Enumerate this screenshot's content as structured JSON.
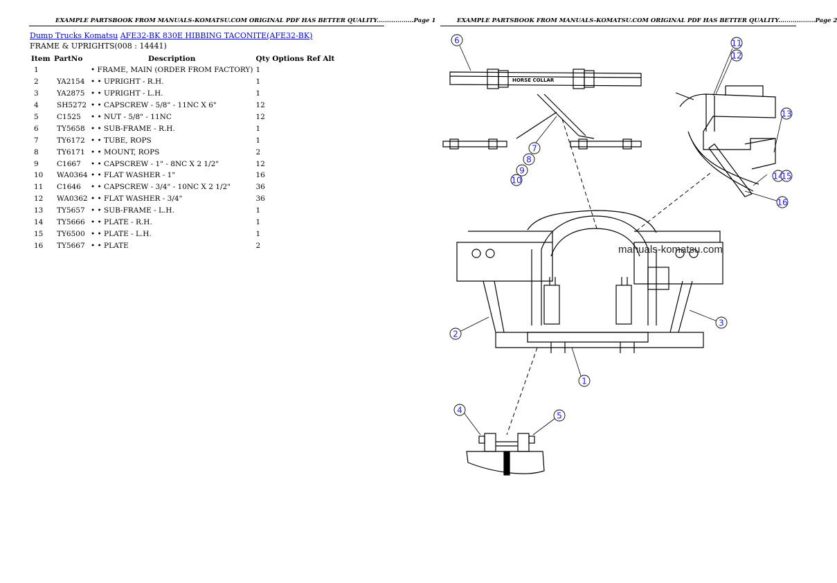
{
  "page1": {
    "header": "EXAMPLE PARTSBOOK FROM MANUALS-KOMATSU.COM ORIGINAL PDF HAS BETTER QUALITY..................Page 1",
    "breadcrumb": {
      "link1": "Dump Trucks Komatsu",
      "link2": "AFE32-BK 830E HIBBING TACONITE(AFE32-BK)"
    },
    "section_title": "FRAME & UPRIGHTS(008 : 14441)",
    "table": {
      "columns": [
        "Item",
        "PartNo",
        "Description",
        "Qty",
        "Options",
        "Ref",
        "Alt"
      ],
      "rows": [
        {
          "item": "1",
          "part": "",
          "desc": "• FRAME, MAIN (ORDER FROM FACTORY)",
          "qty": "1"
        },
        {
          "item": "2",
          "part": "YA2154",
          "desc": "• • UPRIGHT - R.H.",
          "qty": "1"
        },
        {
          "item": "3",
          "part": "YA2875",
          "desc": "• • UPRIGHT - L.H.",
          "qty": "1"
        },
        {
          "item": "4",
          "part": "SH5272",
          "desc": "• • CAPSCREW - 5/8\" - 11NC X 6\"",
          "qty": "12"
        },
        {
          "item": "5",
          "part": "C1525",
          "desc": "• • NUT - 5/8\" - 11NC",
          "qty": "12"
        },
        {
          "item": "6",
          "part": "TY5658",
          "desc": "• • SUB-FRAME - R.H.",
          "qty": "1"
        },
        {
          "item": "7",
          "part": "TY6172",
          "desc": "• • TUBE, ROPS",
          "qty": "1"
        },
        {
          "item": "8",
          "part": "TY6171",
          "desc": "• • MOUNT, ROPS",
          "qty": "2"
        },
        {
          "item": "9",
          "part": "C1667",
          "desc": "• • CAPSCREW - 1\" - 8NC X 2 1/2\"",
          "qty": "12"
        },
        {
          "item": "10",
          "part": "WA0364",
          "desc": "• • FLAT WASHER - 1\"",
          "qty": "16"
        },
        {
          "item": "11",
          "part": "C1646",
          "desc": "• • CAPSCREW - 3/4\" - 10NC X 2 1/2\"",
          "qty": "36"
        },
        {
          "item": "12",
          "part": "WA0362",
          "desc": "• • FLAT WASHER - 3/4\"",
          "qty": "36"
        },
        {
          "item": "13",
          "part": "TY5657",
          "desc": "• • SUB-FRAME - L.H.",
          "qty": "1"
        },
        {
          "item": "14",
          "part": "TY5666",
          "desc": "• • PLATE - R.H.",
          "qty": "1"
        },
        {
          "item": "15",
          "part": "TY6500",
          "desc": "• • PLATE - L.H.",
          "qty": "1"
        },
        {
          "item": "16",
          "part": "TY5667",
          "desc": "• • PLATE",
          "qty": "2"
        }
      ]
    }
  },
  "page2": {
    "header": "EXAMPLE PARTSBOOK FROM MANUALS-KOMATSU.COM ORIGINAL PDF HAS BETTER QUALITY..................Page 2",
    "watermark": "manuals-komatsu.com",
    "horse_collar_label": "HORSE COLLAR",
    "callouts": [
      "6",
      "11",
      "12",
      "13",
      "7",
      "8",
      "9",
      "10",
      "14",
      "15",
      "16",
      "2",
      "3",
      "1",
      "4",
      "5"
    ],
    "callout_color": "#1a1aff"
  }
}
